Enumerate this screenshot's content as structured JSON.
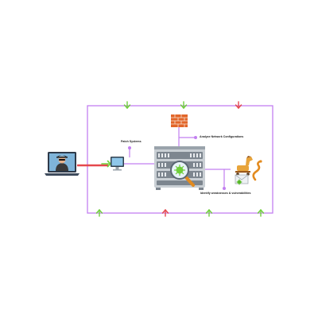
{
  "labels": {
    "patch_systems": "Patch Systems",
    "analyze_network": "Analyze Network Configurations",
    "identify_weaknesses": "Identify weaknesses & vulnerabilities"
  },
  "icons": {
    "hacker": "hacker-laptop-icon",
    "monitor": "monitor-icon",
    "firewall": "firewall-icon",
    "server": "server-rack-icon",
    "magnifier": "magnifier-bug-icon",
    "trojan": "trojan-horse-icon",
    "worm": "worm-icon",
    "envelope": "infected-email-icon"
  },
  "colors": {
    "boundary": "#c27ff0",
    "up_arrow": "#6fcf3a",
    "down_arrow_red": "#e5484d",
    "attack_line": "#e5484d",
    "firewall": "#e2662a",
    "server": "#9aa3ab"
  }
}
